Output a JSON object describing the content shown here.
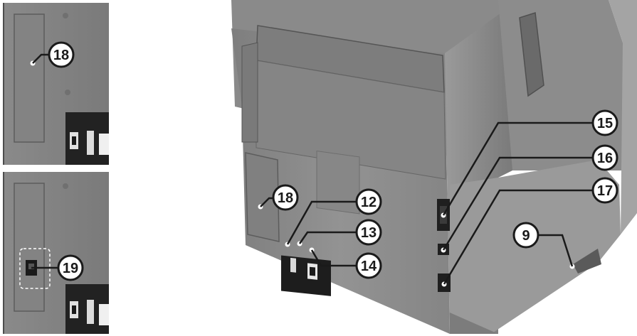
{
  "callouts": {
    "c18_top": "18",
    "c19": "19",
    "c18_main": "18",
    "c12": "12",
    "c13": "13",
    "c14": "14",
    "c15": "15",
    "c16": "16",
    "c17": "17",
    "c9": "9"
  },
  "colors": {
    "device_body": "#8e8e8e",
    "device_dark": "#6f6f6f",
    "device_light": "#b0b0b0",
    "panel_black": "#1e1e1e",
    "callout_fill": "#ffffff",
    "callout_stroke": "#1a1a1a",
    "dot": "#ffffff"
  }
}
